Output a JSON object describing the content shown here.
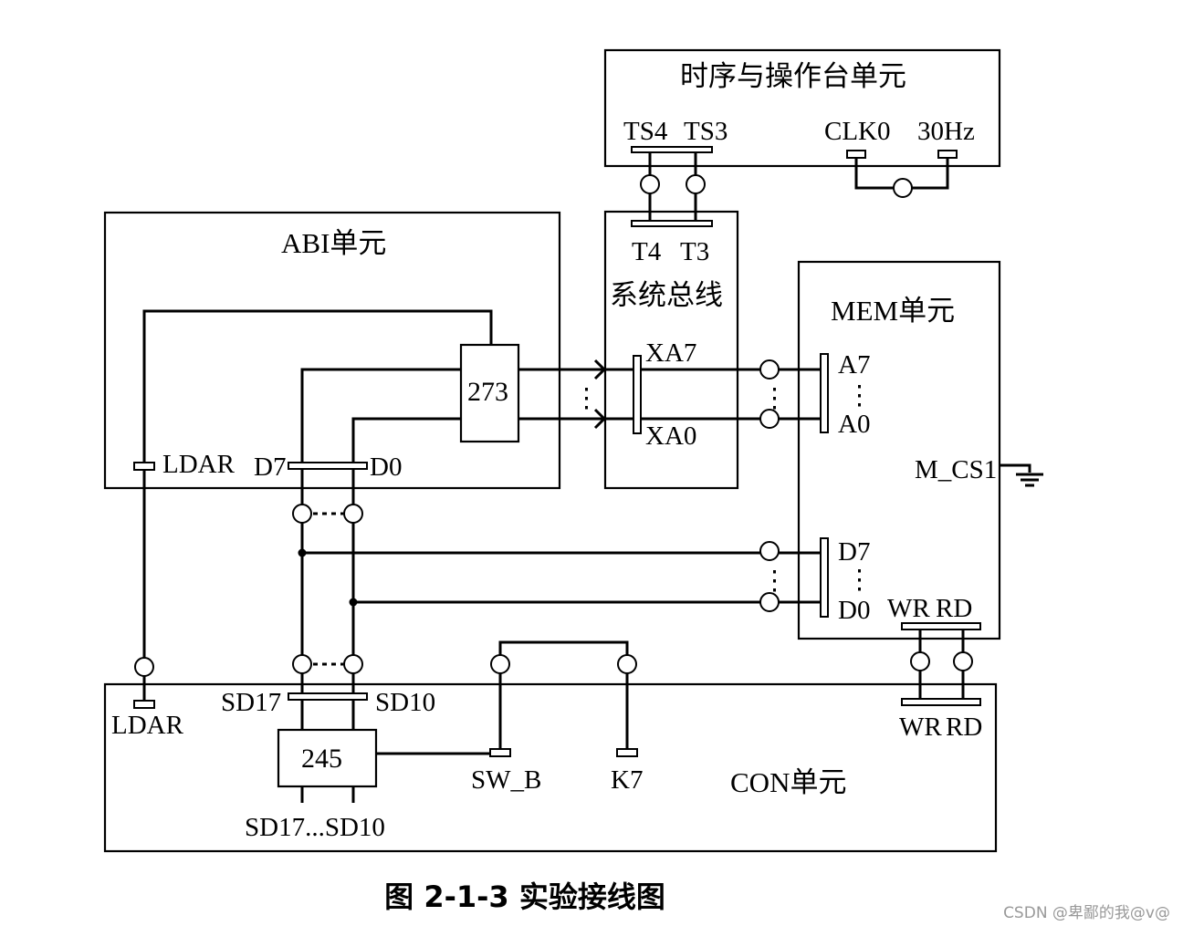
{
  "units": {
    "timing": "时序与操作台单元",
    "abi": "ABI单元",
    "bus": "系统总线",
    "mem": "MEM单元",
    "con": "CON单元"
  },
  "pins": {
    "ts4": "TS4",
    "ts3": "TS3",
    "clk0": "CLK0",
    "hz30": "30Hz",
    "t4": "T4",
    "t3": "T3",
    "xa7": "XA7",
    "xa0": "XA0",
    "a7": "A7",
    "a0": "A0",
    "mem_d7": "D7",
    "mem_d0": "D0",
    "m_cs1": "M_CS1",
    "mem_wr": "WR",
    "mem_rd": "RD",
    "abi_ldar": "LDAR",
    "abi_d7": "D7",
    "abi_d0": "D0",
    "con_ldar": "LDAR",
    "sd17": "SD17",
    "sd10": "SD10",
    "sw_b": "SW_B",
    "k7": "K7",
    "con_wr": "WR",
    "con_rd": "RD",
    "sd_range": "SD17...SD10"
  },
  "chips": {
    "latch": "273",
    "buffer": "245"
  },
  "symbols": {
    "vdots": "⋮",
    "hdots": "···"
  },
  "caption": "图 2-1-3   实验接线图",
  "watermark": "CSDN @卑鄙的我@v@"
}
